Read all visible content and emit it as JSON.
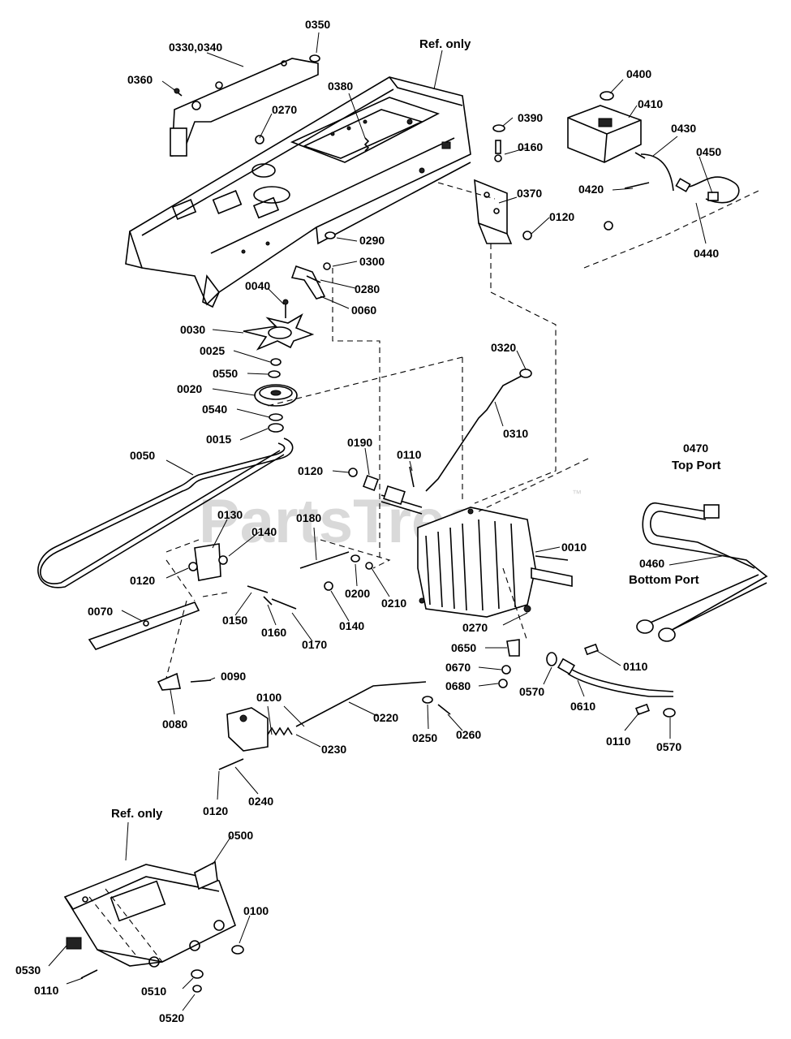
{
  "watermark": {
    "brand": "PartsTree",
    "trademark": "™"
  },
  "reference_notes": {
    "frame": "Ref. only",
    "axle_bracket": "Ref. only"
  },
  "hose_notes": {
    "top_port": "Top Port",
    "bottom_port": "Bottom Port"
  },
  "callouts": {
    "c0350": "0350",
    "c0330": "0330,0340",
    "c0360": "0360",
    "c0270a": "0270",
    "c0380": "0380",
    "c0390": "0390",
    "c0160a": "0160",
    "c0370": "0370",
    "c0120a": "0120",
    "c0400": "0400",
    "c0410": "0410",
    "c0430": "0430",
    "c0450": "0450",
    "c0420": "0420",
    "c0440": "0440",
    "c0290": "0290",
    "c0300": "0300",
    "c0280": "0280",
    "c0060": "0060",
    "c0040": "0040",
    "c0030": "0030",
    "c0025": "0025",
    "c0550": "0550",
    "c0020": "0020",
    "c0540": "0540",
    "c0015": "0015",
    "c0320": "0320",
    "c0310": "0310",
    "c0050": "0050",
    "c0190": "0190",
    "c0110a": "0110",
    "c0120b": "0120",
    "c0470": "0470",
    "c0130": "0130",
    "c0180": "0180",
    "c0140a": "0140",
    "c0010": "0010",
    "c0460": "0460",
    "c0120c": "0120",
    "c0200": "0200",
    "c0210": "0210",
    "c0070": "0070",
    "c0150": "0150",
    "c0160b": "0160",
    "c0170": "0170",
    "c0140b": "0140",
    "c0270b": "0270",
    "c0650": "0650",
    "c0670": "0670",
    "c0680": "0680",
    "c0110b": "0110",
    "c0570a": "0570",
    "c0610": "0610",
    "c0090": "0090",
    "c0080": "0080",
    "c0100a": "0100",
    "c0220": "0220",
    "c0230": "0230",
    "c0250": "0250",
    "c0260": "0260",
    "c0110c": "0110",
    "c0570b": "0570",
    "c0120d": "0120",
    "c0240": "0240",
    "c0500": "0500",
    "c0100b": "0100",
    "c0530": "0530",
    "c0110d": "0110",
    "c0510": "0510",
    "c0520": "0520"
  }
}
